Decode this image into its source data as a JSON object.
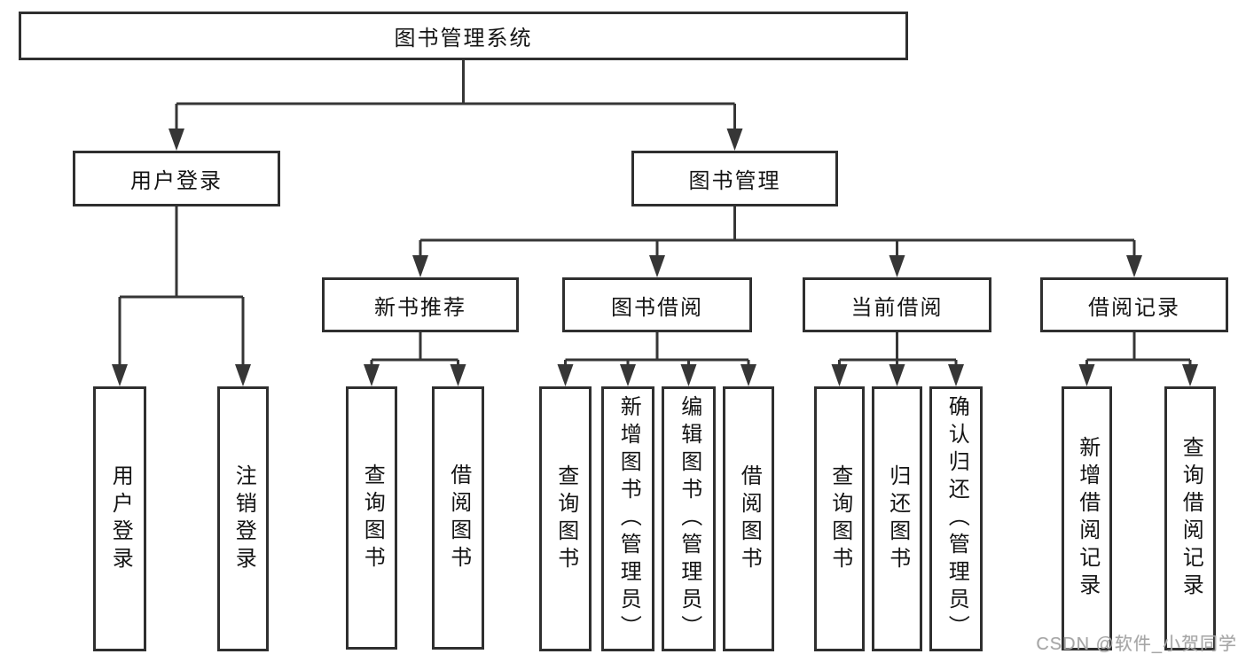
{
  "tree": {
    "label": "图书管理系统",
    "children": [
      {
        "label": "用户登录",
        "children": [
          {
            "label": "用户登录"
          },
          {
            "label": "注销登录"
          }
        ]
      },
      {
        "label": "图书管理",
        "children": [
          {
            "label": "新书推荐",
            "children": [
              {
                "label": "查询图书"
              },
              {
                "label": "借阅图书"
              }
            ]
          },
          {
            "label": "图书借阅",
            "children": [
              {
                "label": "查询图书"
              },
              {
                "label": "新增图书（管理员）"
              },
              {
                "label": "编辑图书（管理员）"
              },
              {
                "label": "借阅图书"
              }
            ]
          },
          {
            "label": "当前借阅",
            "children": [
              {
                "label": "查询图书"
              },
              {
                "label": "归还图书"
              },
              {
                "label": "确认归还（管理员）"
              }
            ]
          },
          {
            "label": "借阅记录",
            "children": [
              {
                "label": "新增借阅记录"
              },
              {
                "label": "查询借阅记录"
              }
            ]
          }
        ]
      }
    ]
  },
  "watermark": "CSDN @软件_小贺同学",
  "colors": {
    "background": "#ffffff",
    "box_border": "#2f2f2f",
    "connector": "#363636",
    "text": "#141414",
    "watermark": "#a6a6a6"
  }
}
